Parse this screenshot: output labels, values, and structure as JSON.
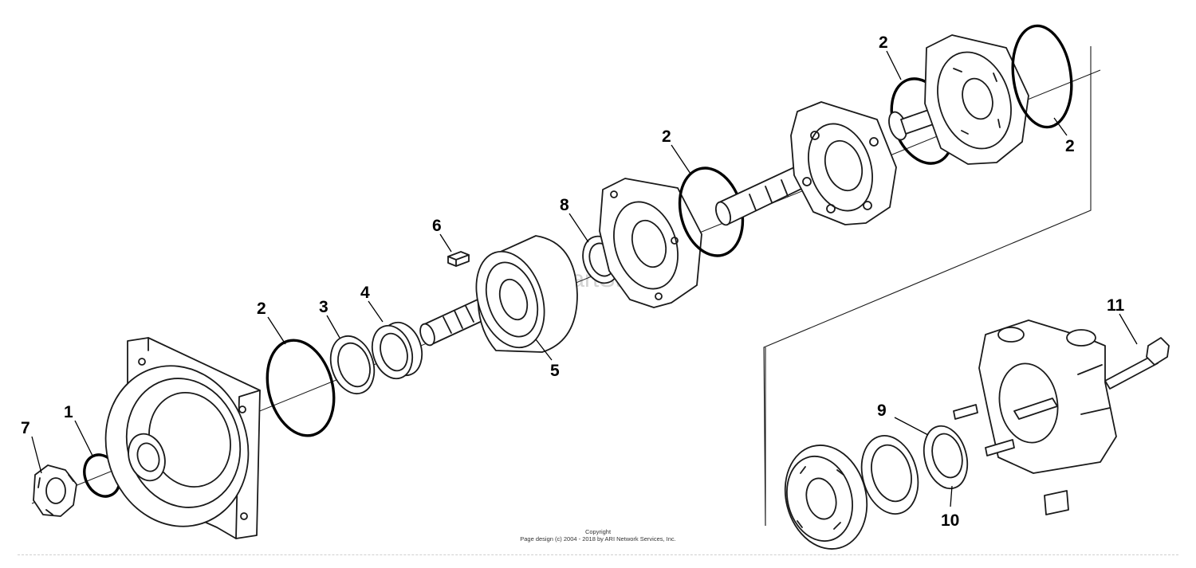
{
  "watermark": {
    "text": "ARI PartStream",
    "tm": "TM"
  },
  "copyright": {
    "line1": "Copyright",
    "line2": "Page design (c) 2004 - 2018 by ARI Network Services, Inc."
  },
  "callouts": [
    {
      "id": "c1",
      "label": "1"
    },
    {
      "id": "c7",
      "label": "7"
    },
    {
      "id": "c2a",
      "label": "2"
    },
    {
      "id": "c3",
      "label": "3"
    },
    {
      "id": "c4",
      "label": "4"
    },
    {
      "id": "c6",
      "label": "6"
    },
    {
      "id": "c5",
      "label": "5"
    },
    {
      "id": "c8",
      "label": "8"
    },
    {
      "id": "c2b",
      "label": "2"
    },
    {
      "id": "c2c",
      "label": "2"
    },
    {
      "id": "c2d",
      "label": "2"
    },
    {
      "id": "c11",
      "label": "11"
    },
    {
      "id": "c9",
      "label": "9"
    },
    {
      "id": "c10",
      "label": "10"
    }
  ]
}
